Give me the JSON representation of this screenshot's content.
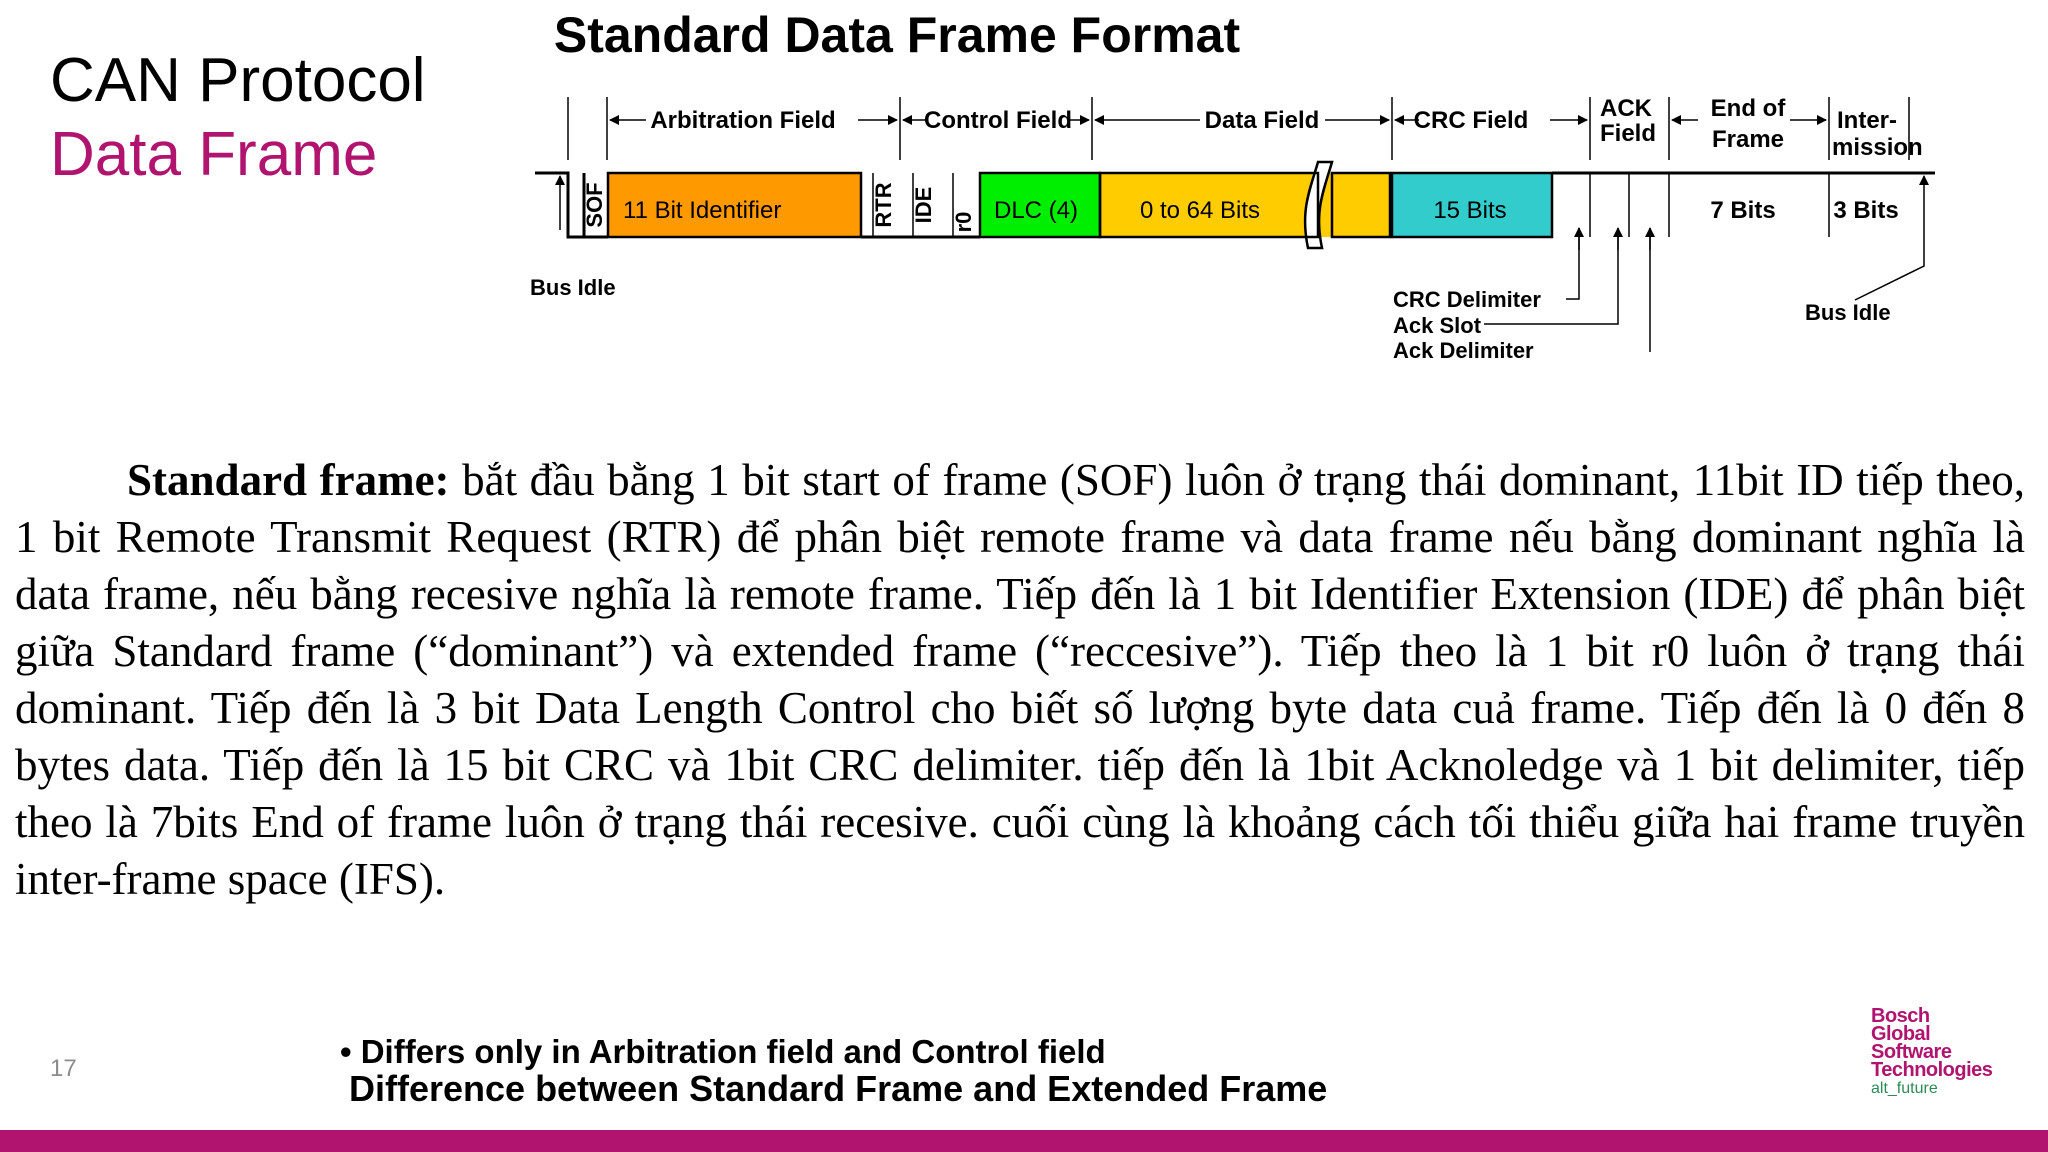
{
  "slide": {
    "title_line1": "CAN Protocol",
    "title_line2": "Data Frame",
    "page_number": "17"
  },
  "diagram": {
    "title": "Standard Data Frame Format",
    "fields": {
      "arbitration": "Arbitration Field",
      "control": "Control Field",
      "data": "Data Field",
      "crc": "CRC Field",
      "ack_line1": "ACK",
      "ack_line2": "Field",
      "eof_line1": "End of",
      "eof_line2": "Frame",
      "inter_line1": "Inter-",
      "inter_line2": "mission"
    },
    "bits": {
      "sof": "SOF",
      "identifier": "11 Bit Identifier",
      "rtr": "RTR",
      "ide": "IDE",
      "r0": "r0",
      "dlc": "DLC (4)",
      "data": "0 to 64 Bits",
      "crc": "15 Bits",
      "eof": "7 Bits",
      "inter": "3 Bits"
    },
    "labels": {
      "bus_idle_left": "Bus Idle",
      "bus_idle_right": "Bus Idle",
      "crc_delimiter": "CRC Delimiter",
      "ack_slot": "Ack Slot",
      "ack_delimiter": "Ack Delimiter"
    },
    "colors": {
      "identifier": "#ff9900",
      "dlc": "#00ee00",
      "data": "#ffcc00",
      "crc": "#33cccc"
    }
  },
  "body": {
    "lead": "Standard frame:",
    "text": " bắt đầu bằng 1 bit start of frame (SOF) luôn ở trạng thái dominant, 11bit ID tiếp theo,  1 bit Remote Transmit Request (RTR) để phân biệt remote frame và data frame nếu bằng dominant nghĩa là data frame, nếu bằng recesive nghĩa là remote frame. Tiếp đến là 1 bit Identifier Extension (IDE) để phân biệt giữa Standard frame (“dominant”) và extended frame (“reccesive”). Tiếp theo là 1 bit r0 luôn ở trạng thái dominant. Tiếp đến là 3 bit Data Length Control cho biết số lượng byte data cuả frame. Tiếp đến là 0 đến 8 bytes data. Tiếp đến là 15 bit CRC và 1bit CRC delimiter. tiếp đến là  1bit Acknoledge và 1 bit delimiter, tiếp theo là 7bits End of frame luôn ở trạng thái recesive. cuối cùng là khoảng cách tối thiểu giữa hai frame truyền inter-frame space (IFS)."
  },
  "footer": {
    "bullet": "• Differs only in Arbitration field and Control field",
    "difference": "Difference between Standard Frame and Extended Frame"
  },
  "logo": {
    "line1": "Bosch",
    "line2": "Global",
    "line3": "Software",
    "line4": "Technologies",
    "tagline": "alt_future"
  }
}
